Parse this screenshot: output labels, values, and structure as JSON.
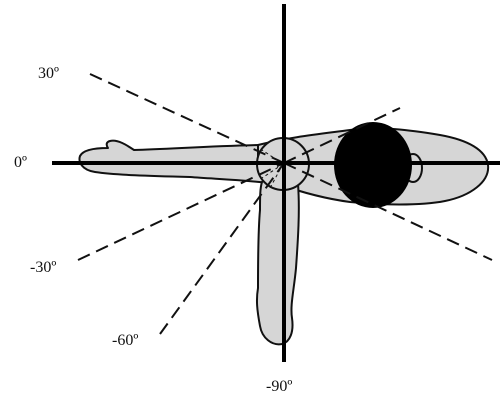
{
  "diagram": {
    "angle_labels": {
      "pos30": "30º",
      "zero": "0º",
      "neg30": "-30º",
      "neg60": "-60º",
      "neg90": "-90º"
    },
    "colors": {
      "body_fill": "#d6d6d6",
      "outline": "#111111",
      "head_fill": "#000000",
      "background": "#ffffff"
    }
  }
}
